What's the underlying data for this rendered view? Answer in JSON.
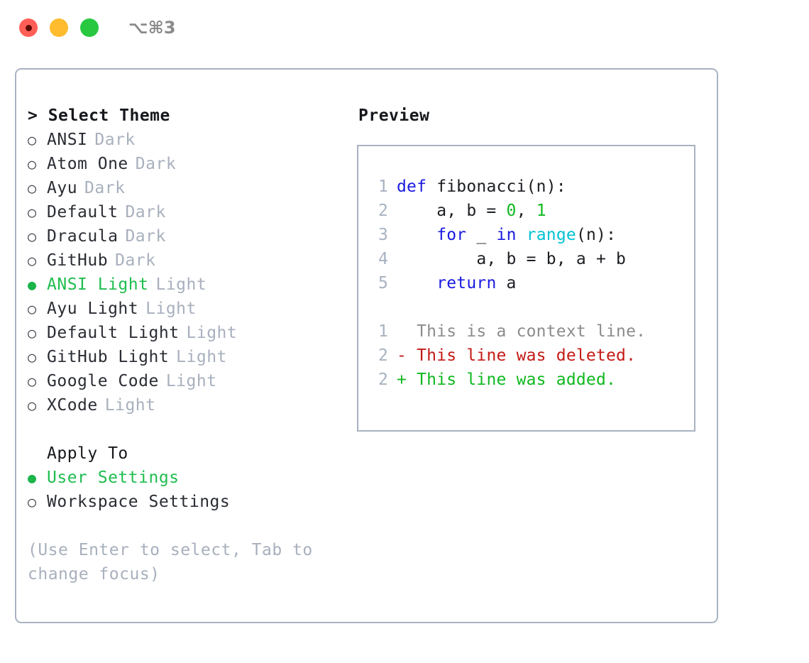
{
  "titlebar": {
    "buttons": [
      {
        "name": "close",
        "color": "#ff5f57"
      },
      {
        "name": "minimize",
        "color": "#febc2e"
      },
      {
        "name": "maximize",
        "color": "#28c840"
      }
    ],
    "shortcut": "⌥⌘3"
  },
  "theme_list": {
    "header": "> Select Theme",
    "items": [
      {
        "bullet": "○",
        "label": "ANSI",
        "variant": "Dark",
        "selected": false
      },
      {
        "bullet": "○",
        "label": "Atom One",
        "variant": "Dark",
        "selected": false
      },
      {
        "bullet": "○",
        "label": "Ayu",
        "variant": "Dark",
        "selected": false
      },
      {
        "bullet": "○",
        "label": "Default",
        "variant": "Dark",
        "selected": false
      },
      {
        "bullet": "○",
        "label": "Dracula",
        "variant": "Dark",
        "selected": false
      },
      {
        "bullet": "○",
        "label": "GitHub",
        "variant": "Dark",
        "selected": false
      },
      {
        "bullet": "●",
        "label": "ANSI Light",
        "variant": "Light",
        "selected": true
      },
      {
        "bullet": "○",
        "label": "Ayu Light",
        "variant": "Light",
        "selected": false
      },
      {
        "bullet": "○",
        "label": "Default Light",
        "variant": "Light",
        "selected": false
      },
      {
        "bullet": "○",
        "label": "GitHub Light",
        "variant": "Light",
        "selected": false
      },
      {
        "bullet": "○",
        "label": "Google Code",
        "variant": "Light",
        "selected": false
      },
      {
        "bullet": "○",
        "label": "XCode",
        "variant": "Light",
        "selected": false
      }
    ]
  },
  "apply_to": {
    "header": "Apply To",
    "items": [
      {
        "bullet": "●",
        "label": "User Settings",
        "selected": true
      },
      {
        "bullet": "○",
        "label": "Workspace Settings",
        "selected": false
      }
    ]
  },
  "hint": "(Use Enter to select, Tab to change focus)",
  "preview": {
    "title": "Preview",
    "code_lines": [
      {
        "no": "1",
        "tokens": [
          {
            "t": "def ",
            "c": "kw"
          },
          {
            "t": "fibonacci(n):",
            "c": "pl"
          }
        ]
      },
      {
        "no": "2",
        "tokens": [
          {
            "t": "    a, b = ",
            "c": "pl"
          },
          {
            "t": "0",
            "c": "num"
          },
          {
            "t": ", ",
            "c": "pl"
          },
          {
            "t": "1",
            "c": "num"
          }
        ]
      },
      {
        "no": "3",
        "tokens": [
          {
            "t": "    ",
            "c": "pl"
          },
          {
            "t": "for",
            "c": "kw"
          },
          {
            "t": " _ ",
            "c": "pl"
          },
          {
            "t": "in",
            "c": "kw"
          },
          {
            "t": " ",
            "c": "pl"
          },
          {
            "t": "range",
            "c": "fn"
          },
          {
            "t": "(n):",
            "c": "pl"
          }
        ]
      },
      {
        "no": "4",
        "tokens": [
          {
            "t": "        a, b = b, a + b",
            "c": "pl"
          }
        ]
      },
      {
        "no": "5",
        "tokens": [
          {
            "t": "    ",
            "c": "pl"
          },
          {
            "t": "return",
            "c": "kw"
          },
          {
            "t": " a",
            "c": "pl"
          }
        ]
      }
    ],
    "diff_lines": [
      {
        "no": "1",
        "marker": " ",
        "text": " This is a context line.",
        "kind": "ctx"
      },
      {
        "no": "2",
        "marker": "-",
        "text": " This line was deleted.",
        "kind": "del"
      },
      {
        "no": "2",
        "marker": "+",
        "text": " This line was added.",
        "kind": "add"
      }
    ]
  },
  "colors": {
    "accent_green": "#1fbd4f",
    "muted": "#a8b0bd",
    "border": "#a8b2c1",
    "keyword": "#1a1ae0",
    "function": "#00c2d1",
    "number": "#0fb820",
    "diff_deleted": "#c41a16",
    "diff_added": "#0fb820"
  }
}
